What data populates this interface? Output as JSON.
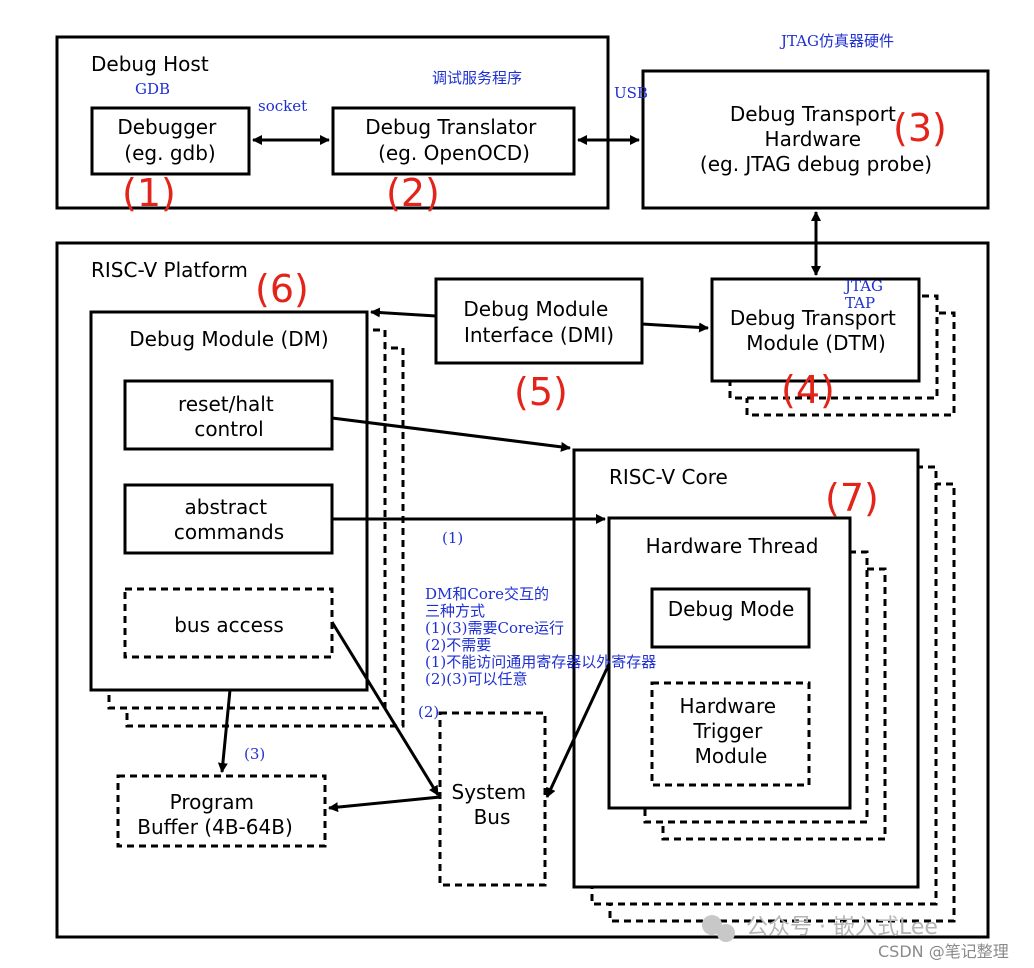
{
  "nodes": {
    "debug_host": "Debug Host",
    "debugger": [
      "Debugger",
      "(eg. gdb)"
    ],
    "debug_translator": [
      "Debug Translator",
      "(eg. OpenOCD)"
    ],
    "transport_hw": [
      "Debug Transport",
      "Hardware",
      "(eg. JTAG debug probe)"
    ],
    "platform": "RISC-V Platform",
    "dm": "Debug Module (DM)",
    "reset_halt": [
      "reset/halt",
      "control"
    ],
    "abstract_cmds": [
      "abstract",
      "commands"
    ],
    "bus_access": "bus access",
    "dmi": [
      "Debug Module",
      "Interface (DMI)"
    ],
    "dtm": [
      "Debug Transport",
      "Module (DTM)"
    ],
    "core": "RISC-V Core",
    "hart": "Hardware Thread",
    "debug_mode": "Debug Mode",
    "trigger": [
      "Hardware",
      "Trigger",
      "Module"
    ],
    "program_buffer": [
      "Program",
      "Buffer (4B-64B)"
    ],
    "system_bus": [
      "System",
      "Bus"
    ]
  },
  "markers": {
    "m1": "(1)",
    "m2": "(2)",
    "m3": "(3)",
    "m4": "(4)",
    "m5": "(5)",
    "m6": "(6)",
    "m7": "(7)"
  },
  "annotations": {
    "jtag_hw": "JTAG仿真器硬件",
    "gdb": "GDB",
    "socket": "socket",
    "debug_service": "调试服务程序",
    "usb": "USB",
    "jtag_tap": [
      "JTAG",
      "TAP"
    ],
    "path1": "(1)",
    "path2": "(2)",
    "path3": "(3)",
    "note": [
      "DM和Core交互的",
      "三种方式",
      "(1)(3)需要Core运行",
      "(2)不需要",
      "(1)不能访问通用寄存器以外寄存器",
      "(2)(3)可以任意"
    ]
  },
  "watermark": {
    "wechat": "公众号 · 嵌入式Lee",
    "csdn": "CSDN @笔记整理"
  },
  "colors": {
    "annotation": "#1f2fd0",
    "marker": "#e2241b",
    "line": "#000000"
  }
}
